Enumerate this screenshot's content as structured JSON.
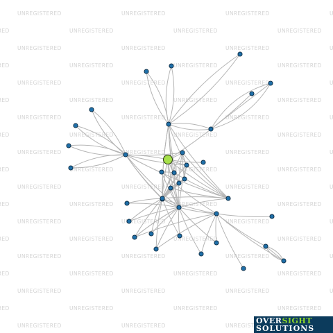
{
  "watermark": {
    "text": "UNREGISTERED"
  },
  "logo": {
    "word1": "OVER",
    "word2": "SIGHT",
    "word3": "SOLUTIONS"
  },
  "colors": {
    "node": "#1f6fa8",
    "focus_node": "#a6e04a",
    "edge": "#b4b4b4",
    "logo_bg": "#0c3b5c",
    "logo_accent": "#8ed82b"
  },
  "network": {
    "nodes": [
      {
        "id": "focus",
        "type": "focus"
      },
      {
        "id": "n1"
      },
      {
        "id": "n2"
      },
      {
        "id": "n3"
      },
      {
        "id": "n4"
      },
      {
        "id": "n5"
      },
      {
        "id": "n6"
      },
      {
        "id": "n7"
      },
      {
        "id": "n8"
      },
      {
        "id": "n9"
      },
      {
        "id": "n10"
      },
      {
        "id": "n11"
      },
      {
        "id": "n12"
      },
      {
        "id": "n13"
      },
      {
        "id": "n14"
      },
      {
        "id": "n15"
      },
      {
        "id": "n16"
      },
      {
        "id": "n17"
      },
      {
        "id": "n18"
      },
      {
        "id": "n19"
      },
      {
        "id": "n20"
      },
      {
        "id": "n21"
      },
      {
        "id": "n22"
      },
      {
        "id": "n23"
      },
      {
        "id": "n24"
      },
      {
        "id": "n25"
      },
      {
        "id": "n26"
      },
      {
        "id": "n27"
      },
      {
        "id": "n28"
      },
      {
        "id": "n29"
      },
      {
        "id": "n30"
      },
      {
        "id": "n31"
      },
      {
        "id": "n32"
      },
      {
        "id": "n33"
      },
      {
        "id": "n34"
      },
      {
        "id": "n35"
      },
      {
        "id": "n36"
      },
      {
        "id": "n37"
      }
    ],
    "edges": [
      [
        "focus",
        "n9"
      ],
      [
        "focus",
        "n13"
      ],
      [
        "focus",
        "n14"
      ],
      [
        "focus",
        "n5"
      ],
      [
        "focus",
        "n15"
      ],
      [
        "focus",
        "n19"
      ],
      [
        "focus",
        "n20"
      ],
      [
        "focus",
        "n21"
      ],
      [
        "focus",
        "n22"
      ],
      [
        "focus",
        "n24"
      ],
      [
        "focus",
        "n25"
      ],
      [
        "focus",
        "n16"
      ],
      [
        "n1",
        "n7"
      ],
      [
        "n1",
        "n7"
      ],
      [
        "n2",
        "n7"
      ],
      [
        "n2",
        "n7"
      ],
      [
        "n3",
        "n7"
      ],
      [
        "n3",
        "n7"
      ],
      [
        "n4",
        "n6"
      ],
      [
        "n4",
        "n6"
      ],
      [
        "n4",
        "n6"
      ],
      [
        "n6",
        "n7"
      ],
      [
        "n6",
        "n7"
      ],
      [
        "n8",
        "n13"
      ],
      [
        "n8",
        "n13"
      ],
      [
        "n10",
        "n13"
      ],
      [
        "n10",
        "n13"
      ],
      [
        "n11",
        "n13"
      ],
      [
        "n11",
        "n13"
      ],
      [
        "n12",
        "n13"
      ],
      [
        "n12",
        "n13"
      ],
      [
        "n13",
        "n14"
      ],
      [
        "n13",
        "n24"
      ],
      [
        "n13",
        "n25"
      ],
      [
        "n13",
        "n19"
      ],
      [
        "n13",
        "n22"
      ],
      [
        "n13",
        "n9"
      ],
      [
        "n7",
        "n14"
      ],
      [
        "n7",
        "n24"
      ],
      [
        "n7",
        "n25"
      ],
      [
        "n7",
        "n19"
      ],
      [
        "n7",
        "n20"
      ],
      [
        "n7",
        "n16"
      ],
      [
        "n7",
        "n22"
      ],
      [
        "n9",
        "n14"
      ],
      [
        "n9",
        "n18"
      ],
      [
        "n9",
        "n19"
      ],
      [
        "n9",
        "n20"
      ],
      [
        "n9",
        "n22"
      ],
      [
        "n14",
        "n18"
      ],
      [
        "n14",
        "n24"
      ],
      [
        "n14",
        "n25"
      ],
      [
        "n14",
        "n19"
      ],
      [
        "n14",
        "n22"
      ],
      [
        "n18",
        "n20"
      ],
      [
        "n18",
        "n21"
      ],
      [
        "n18",
        "n19"
      ],
      [
        "n16",
        "n17"
      ],
      [
        "n16",
        "n22"
      ],
      [
        "n16",
        "n24"
      ],
      [
        "n16",
        "n25"
      ],
      [
        "n17",
        "n25"
      ],
      [
        "n17",
        "n26"
      ],
      [
        "n19",
        "n20"
      ],
      [
        "n19",
        "n21"
      ],
      [
        "n19",
        "n24"
      ],
      [
        "n19",
        "n25"
      ],
      [
        "n20",
        "n21"
      ],
      [
        "n20",
        "n24"
      ],
      [
        "n20",
        "n25"
      ],
      [
        "n21",
        "n24"
      ],
      [
        "n21",
        "n25"
      ],
      [
        "n21",
        "n22"
      ],
      [
        "n22",
        "n24"
      ],
      [
        "n22",
        "n25"
      ],
      [
        "n24",
        "n25"
      ],
      [
        "n24",
        "n23"
      ],
      [
        "n24",
        "n27"
      ],
      [
        "n24",
        "n28"
      ],
      [
        "n24",
        "n29"
      ],
      [
        "n24",
        "n30"
      ],
      [
        "n24",
        "n26"
      ],
      [
        "n24",
        "n31"
      ],
      [
        "n25",
        "n26"
      ],
      [
        "n25",
        "n27"
      ],
      [
        "n25",
        "n28"
      ],
      [
        "n25",
        "n29"
      ],
      [
        "n25",
        "n30"
      ],
      [
        "n25",
        "n31"
      ],
      [
        "n25",
        "n32"
      ],
      [
        "n25",
        "n33"
      ],
      [
        "n25",
        "n23"
      ],
      [
        "n26",
        "n32"
      ],
      [
        "n26",
        "n33"
      ],
      [
        "n26",
        "n34"
      ],
      [
        "n26",
        "n35"
      ],
      [
        "n26",
        "n36"
      ],
      [
        "n26",
        "n37"
      ],
      [
        "n26",
        "n30"
      ],
      [
        "n26",
        "n29"
      ],
      [
        "n35",
        "n37"
      ],
      [
        "n35",
        "n37"
      ],
      [
        "n35",
        "n37"
      ]
    ]
  }
}
